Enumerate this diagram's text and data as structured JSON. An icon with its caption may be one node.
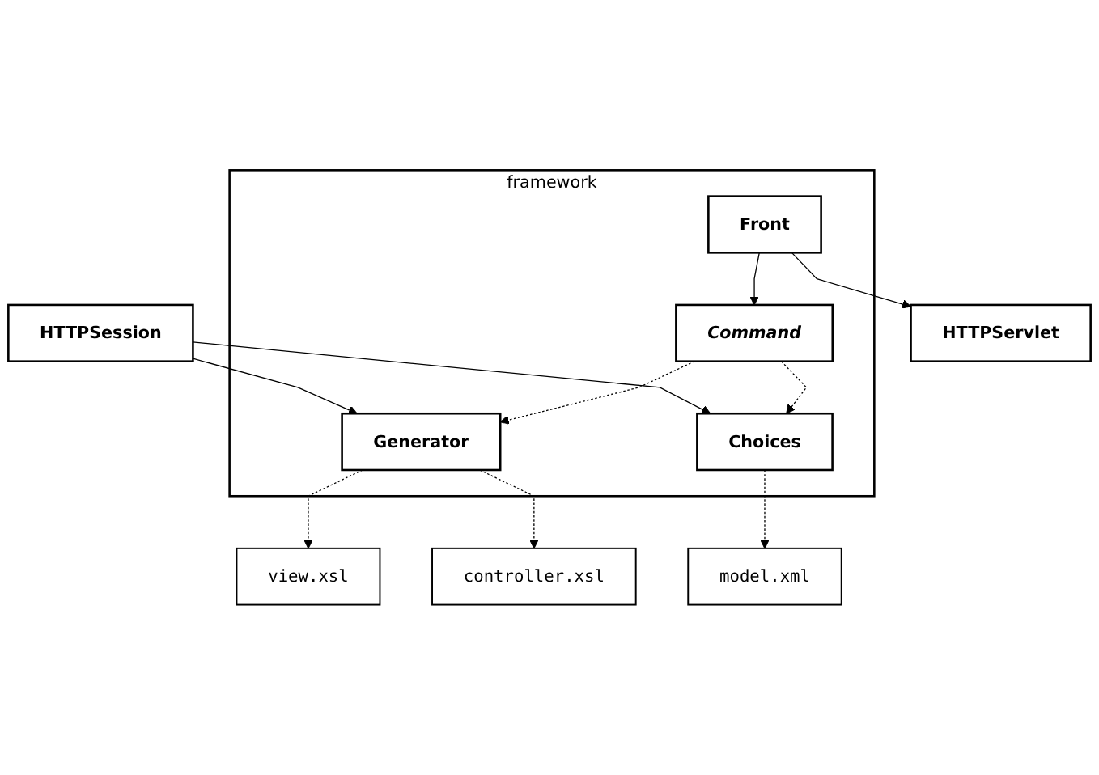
{
  "diagram": {
    "nodes": [
      {
        "text": [
          "HTTPServlet"
        ]
      },
      {
        "text": [
          "HTTPSession"
        ]
      },
      {
        "text": [
          "framework"
        ]
      },
      {
        "text": [
          "Front"
        ],
        "in": 2
      },
      {
        "text": [
          "Generator"
        ],
        "in": 2
      },
      {
        "text": [
          "Choices"
        ],
        "in": 2
      },
      {
        "text": [
          "Command"
        ],
        "in": 2
      },
      {
        "text": [
          "view.xsl"
        ]
      },
      {
        "text": [
          "controller.xsl"
        ]
      },
      {
        "text": [
          "model.xml"
        ]
      }
    ],
    "edges": [
      {
        "from": 3,
        "to": 0,
        "arrow": "to"
      },
      {
        "from": 3,
        "to": 6,
        "arrow": "to"
      },
      {
        "from": 1,
        "to": 4,
        "arrow": "to"
      },
      {
        "from": 1,
        "to": 5,
        "arrow": "to"
      },
      {
        "from": 6,
        "to": 4,
        "arrow": "to",
        "style": "dashed"
      },
      {
        "from": 6,
        "to": 5,
        "arrow": "to",
        "style": "dashed"
      },
      {
        "from": 4,
        "to": 7,
        "arrow": "to",
        "style": "dashed"
      },
      {
        "from": 4,
        "to": 8,
        "arrow": "to",
        "style": "dashed"
      },
      {
        "from": 5,
        "to": 9,
        "arrow": "to",
        "style": "dashed"
      }
    ]
  }
}
